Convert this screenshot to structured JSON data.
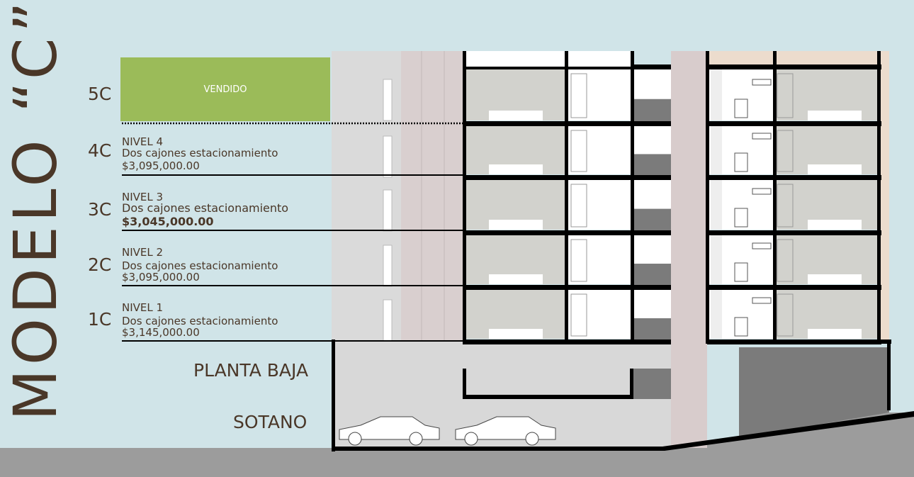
{
  "title": "MODELO “C”",
  "colors": {
    "brown": "#4a3728",
    "sold_green": "#9bbb59",
    "background": "#d0e4e8"
  },
  "units": [
    {
      "code": "5C",
      "status": "VENDIDO"
    },
    {
      "code": "4C",
      "level": "NIVEL 4",
      "parking": "Dos cajones estacionamiento",
      "price": "$3,095,000.00"
    },
    {
      "code": "3C",
      "level": "NIVEL 3",
      "parking": "Dos cajones estacionamiento",
      "price": "$3,045,000.00"
    },
    {
      "code": "2C",
      "level": "NIVEL 2",
      "parking": "Dos cajones estacionamiento",
      "price": "$3,095,000.00"
    },
    {
      "code": "1C",
      "level": "NIVEL 1",
      "parking": "Dos cajones estacionamiento",
      "price": "$3,145,000.00"
    }
  ],
  "ground_floor": "PLANTA BAJA",
  "basement": "SOTANO"
}
